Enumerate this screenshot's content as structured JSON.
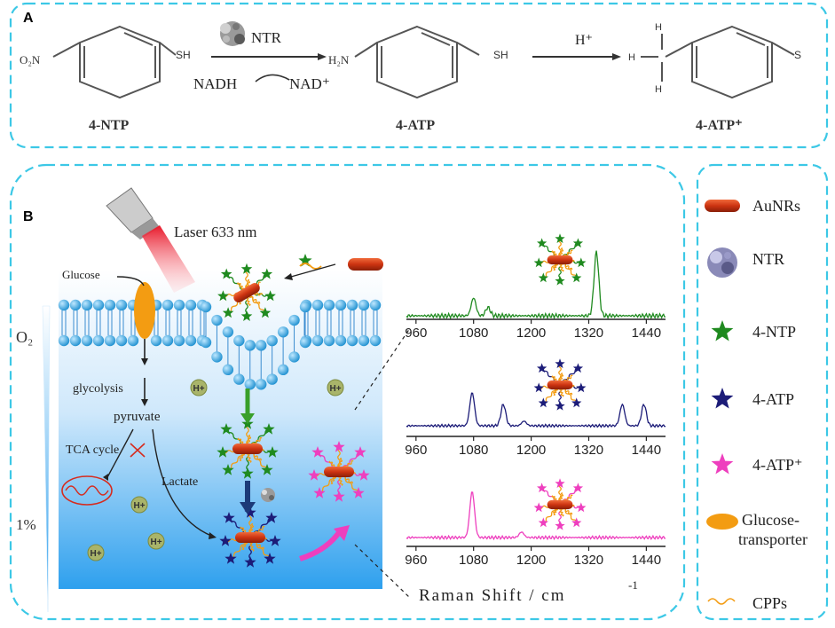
{
  "colors": {
    "panel_border": "#3cc8e6",
    "ntp": "#1f8a1f",
    "atp": "#1c1c78",
    "atp_plus": "#ee3fbe",
    "rod": "#cc3311",
    "transporter": "#f39c12",
    "membrane_bead": "#2aa4e0",
    "cpp": "#f39c12",
    "gradient_top": "#ffffff",
    "gradient_bottom": "#2ea0ee",
    "hplus_fill": "#a9b46a",
    "mito": "#d62b1e"
  },
  "panel_a": {
    "label": "A",
    "reactant": {
      "left_group": "O₂N",
      "right_group": "SH",
      "name": "4-NTP"
    },
    "enzyme": "NTR",
    "cofactor_in": "NADH",
    "cofactor_out": "NAD⁺",
    "intermediate": {
      "left_group": "H₂N",
      "right_group": "SH",
      "name": "4-ATP"
    },
    "acid": "H⁺",
    "product": {
      "h1": "H",
      "h2": "H",
      "h3": "H",
      "right_group": "S",
      "name": "4-ATP⁺"
    }
  },
  "panel_b": {
    "label": "B",
    "laser": "Laser 633 nm",
    "glucose": "Glucose",
    "o2": "O₂",
    "percent": "1%",
    "glycolysis": "glycolysis",
    "pyruvate": "pyruvate",
    "tca": "TCA cycle",
    "lactate": "Lactate",
    "hplus": "H+",
    "raman_axis": "Raman Shift / cm",
    "raman_exp": "-1"
  },
  "legend": [
    {
      "key": "AuNRs",
      "label": "AuNRs",
      "icon": "rod-icon"
    },
    {
      "key": "NTR",
      "label": "NTR",
      "icon": "enzyme-icon"
    },
    {
      "key": "4-NTP",
      "label": "4-NTP",
      "icon": "green-star-icon"
    },
    {
      "key": "4-ATP",
      "label": "4-ATP",
      "icon": "navy-star-icon"
    },
    {
      "key": "4-ATP+",
      "label": "4-ATP⁺",
      "icon": "pink-star-icon"
    },
    {
      "key": "Glucose-transporter",
      "label": "Glucose-",
      "label2": "transporter",
      "icon": "transporter-icon"
    },
    {
      "key": "CPPs",
      "label": "CPPs",
      "icon": "cpp-icon"
    }
  ],
  "chart_data": [
    {
      "type": "line",
      "name": "4-NTP spectrum",
      "xlabel": "Raman Shift / cm-1",
      "xlim": [
        940,
        1480
      ],
      "x_ticks": [
        960,
        1080,
        1200,
        1320,
        1440
      ],
      "color": "#1f8a1f",
      "peaks": [
        [
          1080,
          0.28
        ],
        [
          1110,
          0.13
        ],
        [
          1336,
          1.0
        ]
      ]
    },
    {
      "type": "line",
      "name": "4-ATP spectrum",
      "xlabel": "Raman Shift / cm-1",
      "xlim": [
        940,
        1480
      ],
      "x_ticks": [
        960,
        1080,
        1200,
        1320,
        1440
      ],
      "color": "#1c1c78",
      "peaks": [
        [
          1077,
          0.85
        ],
        [
          1142,
          0.55
        ],
        [
          1185,
          0.12
        ],
        [
          1390,
          0.55
        ],
        [
          1435,
          0.55
        ]
      ]
    },
    {
      "type": "line",
      "name": "4-ATP+ spectrum",
      "xlabel": "Raman Shift / cm-1",
      "xlim": [
        940,
        1480
      ],
      "x_ticks": [
        960,
        1080,
        1200,
        1320,
        1440
      ],
      "color": "#ee3fbe",
      "peaks": [
        [
          1077,
          1.0
        ],
        [
          1180,
          0.12
        ]
      ]
    }
  ]
}
